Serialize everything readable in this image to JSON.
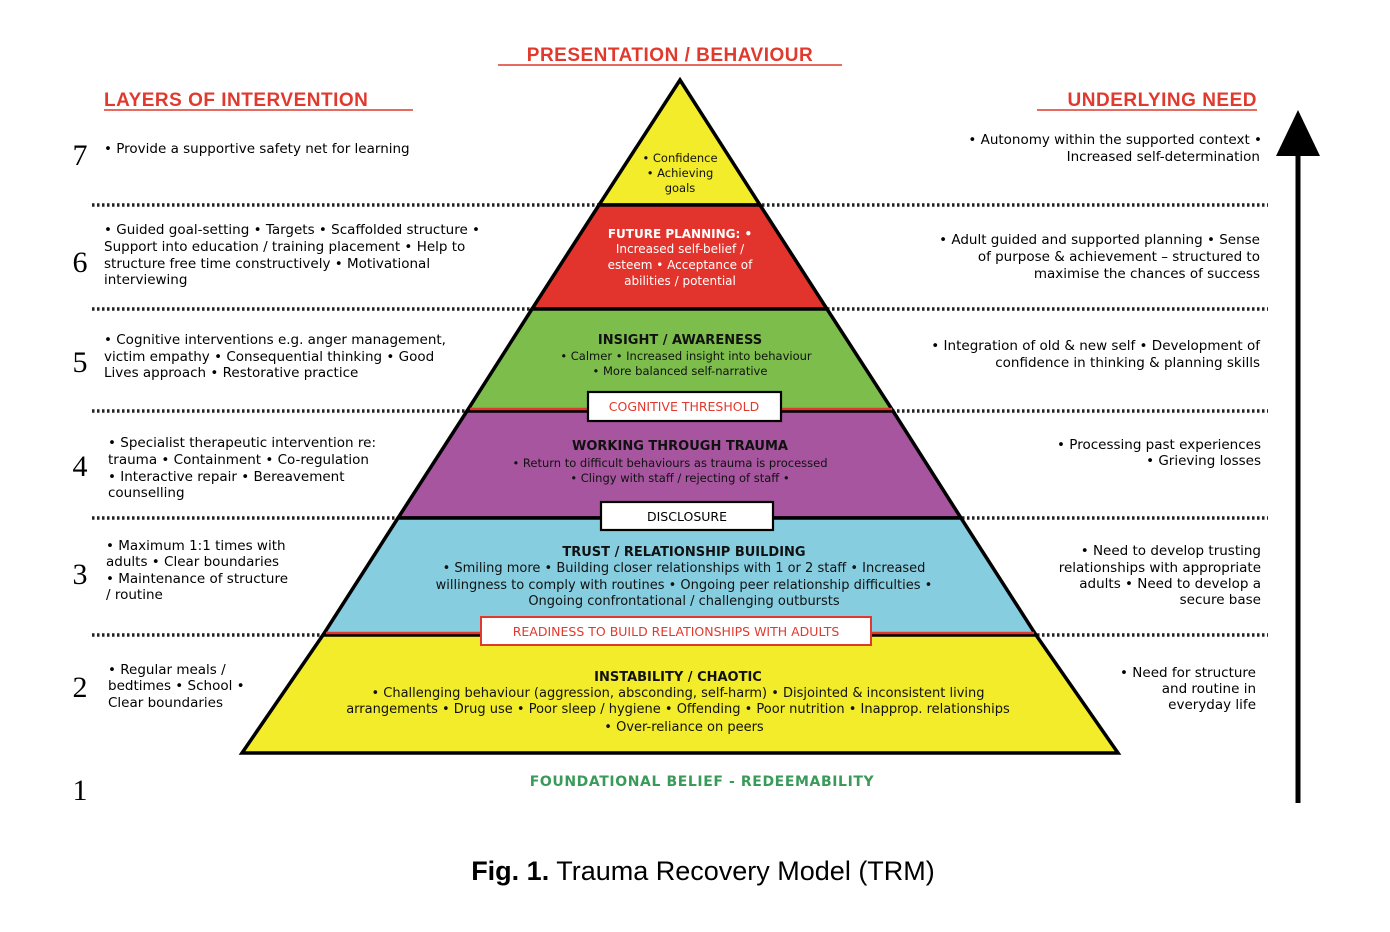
{
  "headers": {
    "top": "PRESENTATION / BEHAVIOUR",
    "left": "LAYERS OF INTERVENTION",
    "right": "UNDERLYING NEED"
  },
  "colors": {
    "header_red": "#e03a2e",
    "layer_yellow": "#f2ec2a",
    "layer_red": "#e2342c",
    "layer_green": "#7dbd4c",
    "layer_purple": "#a6559e",
    "layer_blue": "#86cde0",
    "foundation_green": "#3a9a5a"
  },
  "layers": [
    {
      "number": "7",
      "left": [
        "•  Provide a supportive safety net for learning"
      ],
      "pyramid_title": "",
      "pyramid_lines": [
        "•  Confidence",
        "•  Achieving",
        "goals"
      ],
      "right": [
        "•  Autonomy within the supported context  •",
        "Increased self-determination"
      ]
    },
    {
      "number": "6",
      "left": [
        "•  Guided goal-setting  •  Targets  •  Scaffolded structure  •",
        "Support into education / training placement  •  Help to",
        "structure free time constructively  •  Motivational",
        "interviewing"
      ],
      "pyramid_title": "FUTURE PLANNING: •",
      "pyramid_lines": [
        "Increased self-belief /",
        "esteem  •  Acceptance of",
        "abilities / potential"
      ],
      "right": [
        "•  Adult guided and supported planning  •  Sense",
        "of purpose & achievement – structured to",
        "maximise the chances of success"
      ]
    },
    {
      "number": "5",
      "left": [
        "•  Cognitive interventions e.g. anger management,",
        "victim empathy  •  Consequential thinking • Good",
        "Lives approach  •      Restorative practice"
      ],
      "pyramid_title": "INSIGHT / AWARENESS",
      "pyramid_lines": [
        "• Calmer  •  Increased insight into behaviour",
        "•  More balanced self-narrative"
      ],
      "right": [
        "•  Integration of old & new self  •  Development of",
        "confidence in thinking & planning skills"
      ]
    },
    {
      "number": "4",
      "left": [
        "•  Specialist therapeutic intervention re:",
        "trauma  •  Containment  •  Co-regulation",
        "•  Interactive repair  •  Bereavement",
        "counselling"
      ],
      "pyramid_title": "WORKING THROUGH TRAUMA",
      "pyramid_lines": [
        "•  Return to difficult behaviours as trauma is processed",
        "•  Clingy with staff / rejecting of staff  •"
      ],
      "right": [
        "•  Processing past experiences",
        "•  Grieving losses"
      ]
    },
    {
      "number": "3",
      "left": [
        "•  Maximum 1:1 times with",
        "adults  •  Clear boundaries",
        "•  Maintenance of structure",
        "/ routine"
      ],
      "pyramid_title": "TRUST / RELATIONSHIP BUILDING",
      "pyramid_lines": [
        "•  Smiling more  •  Building closer relationships with 1 or 2 staff  •  Increased",
        "willingness to comply with routines  • Ongoing peer relationship difficulties  •",
        "Ongoing confrontational / challenging outbursts"
      ],
      "right": [
        "•  Need to develop trusting",
        "relationships with appropriate",
        "adults  •  Need to develop a",
        "secure base"
      ]
    },
    {
      "number": "2",
      "left": [
        "•  Regular meals /",
        "bedtimes  •  School  •",
        "Clear boundaries"
      ],
      "pyramid_title": "INSTABILITY / CHAOTIC",
      "pyramid_lines": [
        "• Challenging behaviour (aggression, absconding, self-harm)  •  Disjointed & inconsistent living",
        "arrangements  •  Drug use  •  Poor sleep / hygiene  •  Offending  •  Poor nutrition  •  Inapprop. relationships",
        "•  Over-reliance on peers"
      ],
      "right": [
        "•  Need for structure",
        "and routine in",
        "everyday life"
      ]
    },
    {
      "number": "1",
      "left": [],
      "pyramid_title": "",
      "pyramid_lines": [],
      "right": []
    }
  ],
  "thresholds": [
    "COGNITIVE THRESHOLD",
    "DISCLOSURE",
    "READINESS TO BUILD RELATIONSHIPS WITH ADULTS"
  ],
  "foundation": "FOUNDATIONAL BELIEF - REDEEMABILITY",
  "caption": {
    "label": "Fig. 1.",
    "text": " Trauma Recovery Model (TRM)"
  }
}
